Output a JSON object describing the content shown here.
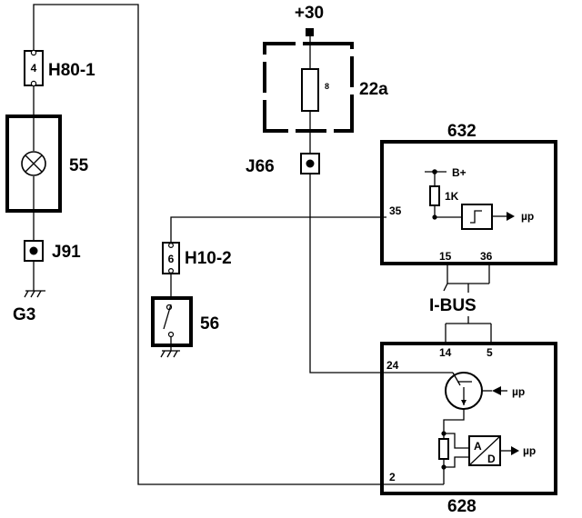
{
  "supply": {
    "label": "+30"
  },
  "fuses": [
    {
      "number": "4",
      "label": "H80-1"
    },
    {
      "number": "6",
      "label": "H10-2"
    },
    {
      "number": "8",
      "label": "22a"
    }
  ],
  "lamp": {
    "label": "55"
  },
  "switch": {
    "label": "56"
  },
  "connectors": {
    "j91": "J91",
    "j66": "J66"
  },
  "ground": {
    "label": "G3"
  },
  "module_632": {
    "label": "632",
    "pin_input": "35",
    "pin_bus_a": "15",
    "pin_bus_b": "36",
    "supply": "B+",
    "resistor": "1K",
    "output": "µp"
  },
  "bus": {
    "label": "I-BUS"
  },
  "module_628": {
    "label": "628",
    "pin_bus_a": "14",
    "pin_bus_b": "5",
    "pin_supply": "24",
    "pin_input": "2",
    "transistor_output": "µp",
    "adc_output": "µp",
    "adc_a": "A",
    "adc_d": "D"
  }
}
